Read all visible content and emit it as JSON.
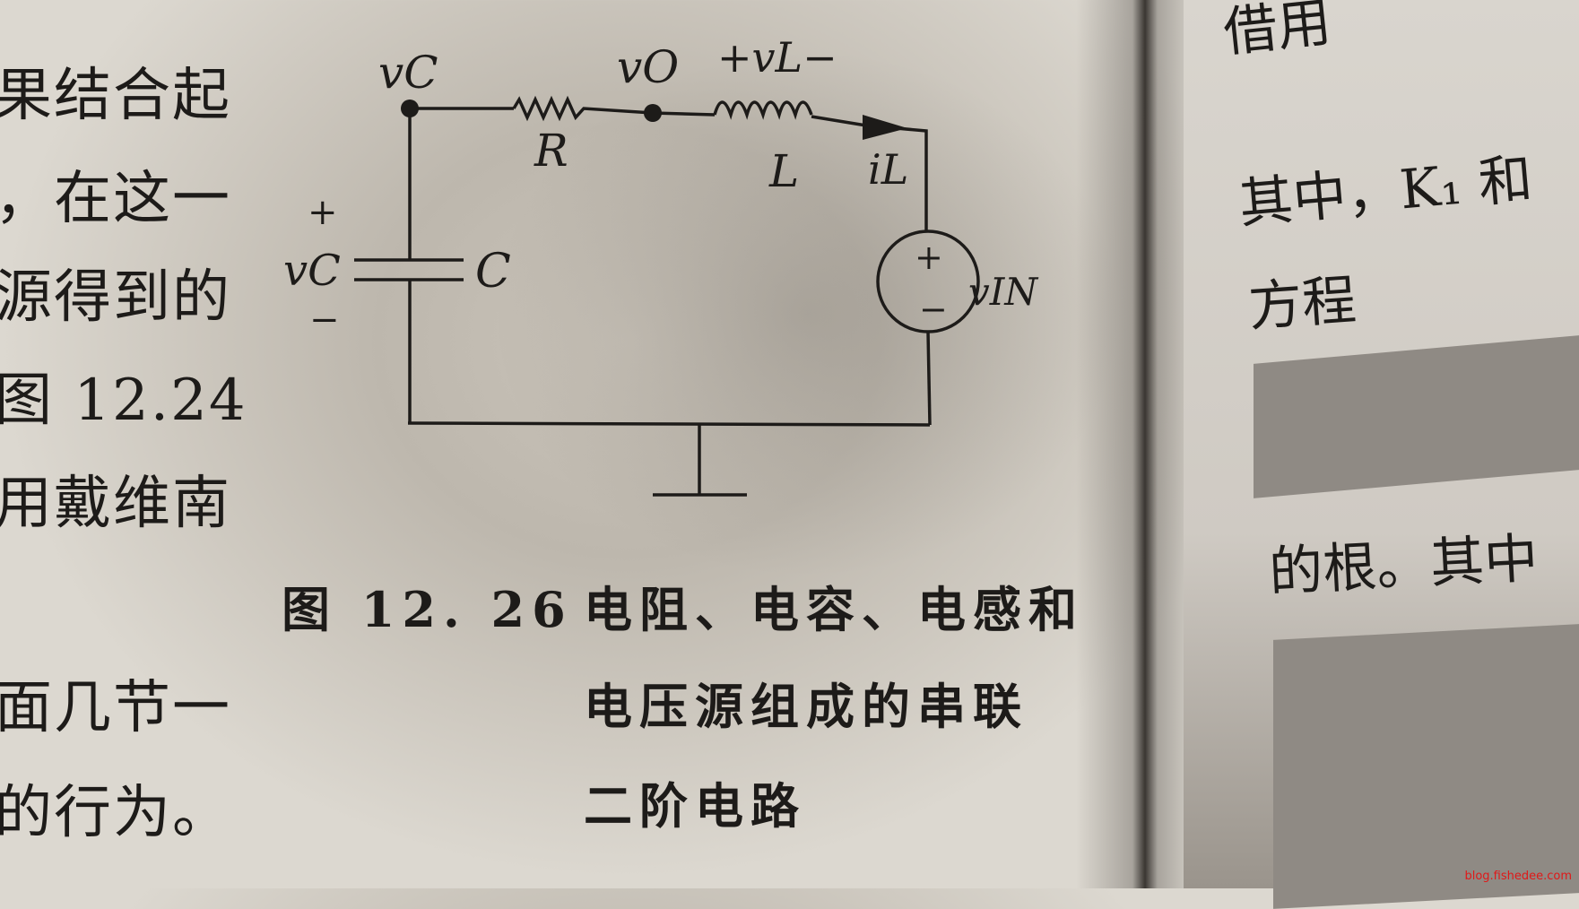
{
  "left_column": [
    "果结合起",
    "，在这一",
    "源得到的",
    "图 12.24",
    "用戴维南",
    "面几节一",
    "的行为。"
  ],
  "figure": {
    "labels": {
      "vc_node": "vC",
      "vo_node": "vO",
      "vl": "+vL−",
      "resistor": "R",
      "inductor": "L",
      "current": "iL",
      "cap_plus": "+",
      "cap_voltage": "vC",
      "cap_minus": "−",
      "capacitor": "C",
      "source_plus": "+",
      "source_minus": "−",
      "source": "vIN"
    },
    "caption_number": "图 12. 26",
    "caption_lines": [
      "电阻、电容、电感和",
      "电压源组成的串联",
      "二阶电路"
    ]
  },
  "right_column": {
    "line1": "借用",
    "line2": "其中，K₁ 和",
    "line3": "方程",
    "line4": "的根。其中"
  },
  "watermark": "blog.fishedee.com"
}
